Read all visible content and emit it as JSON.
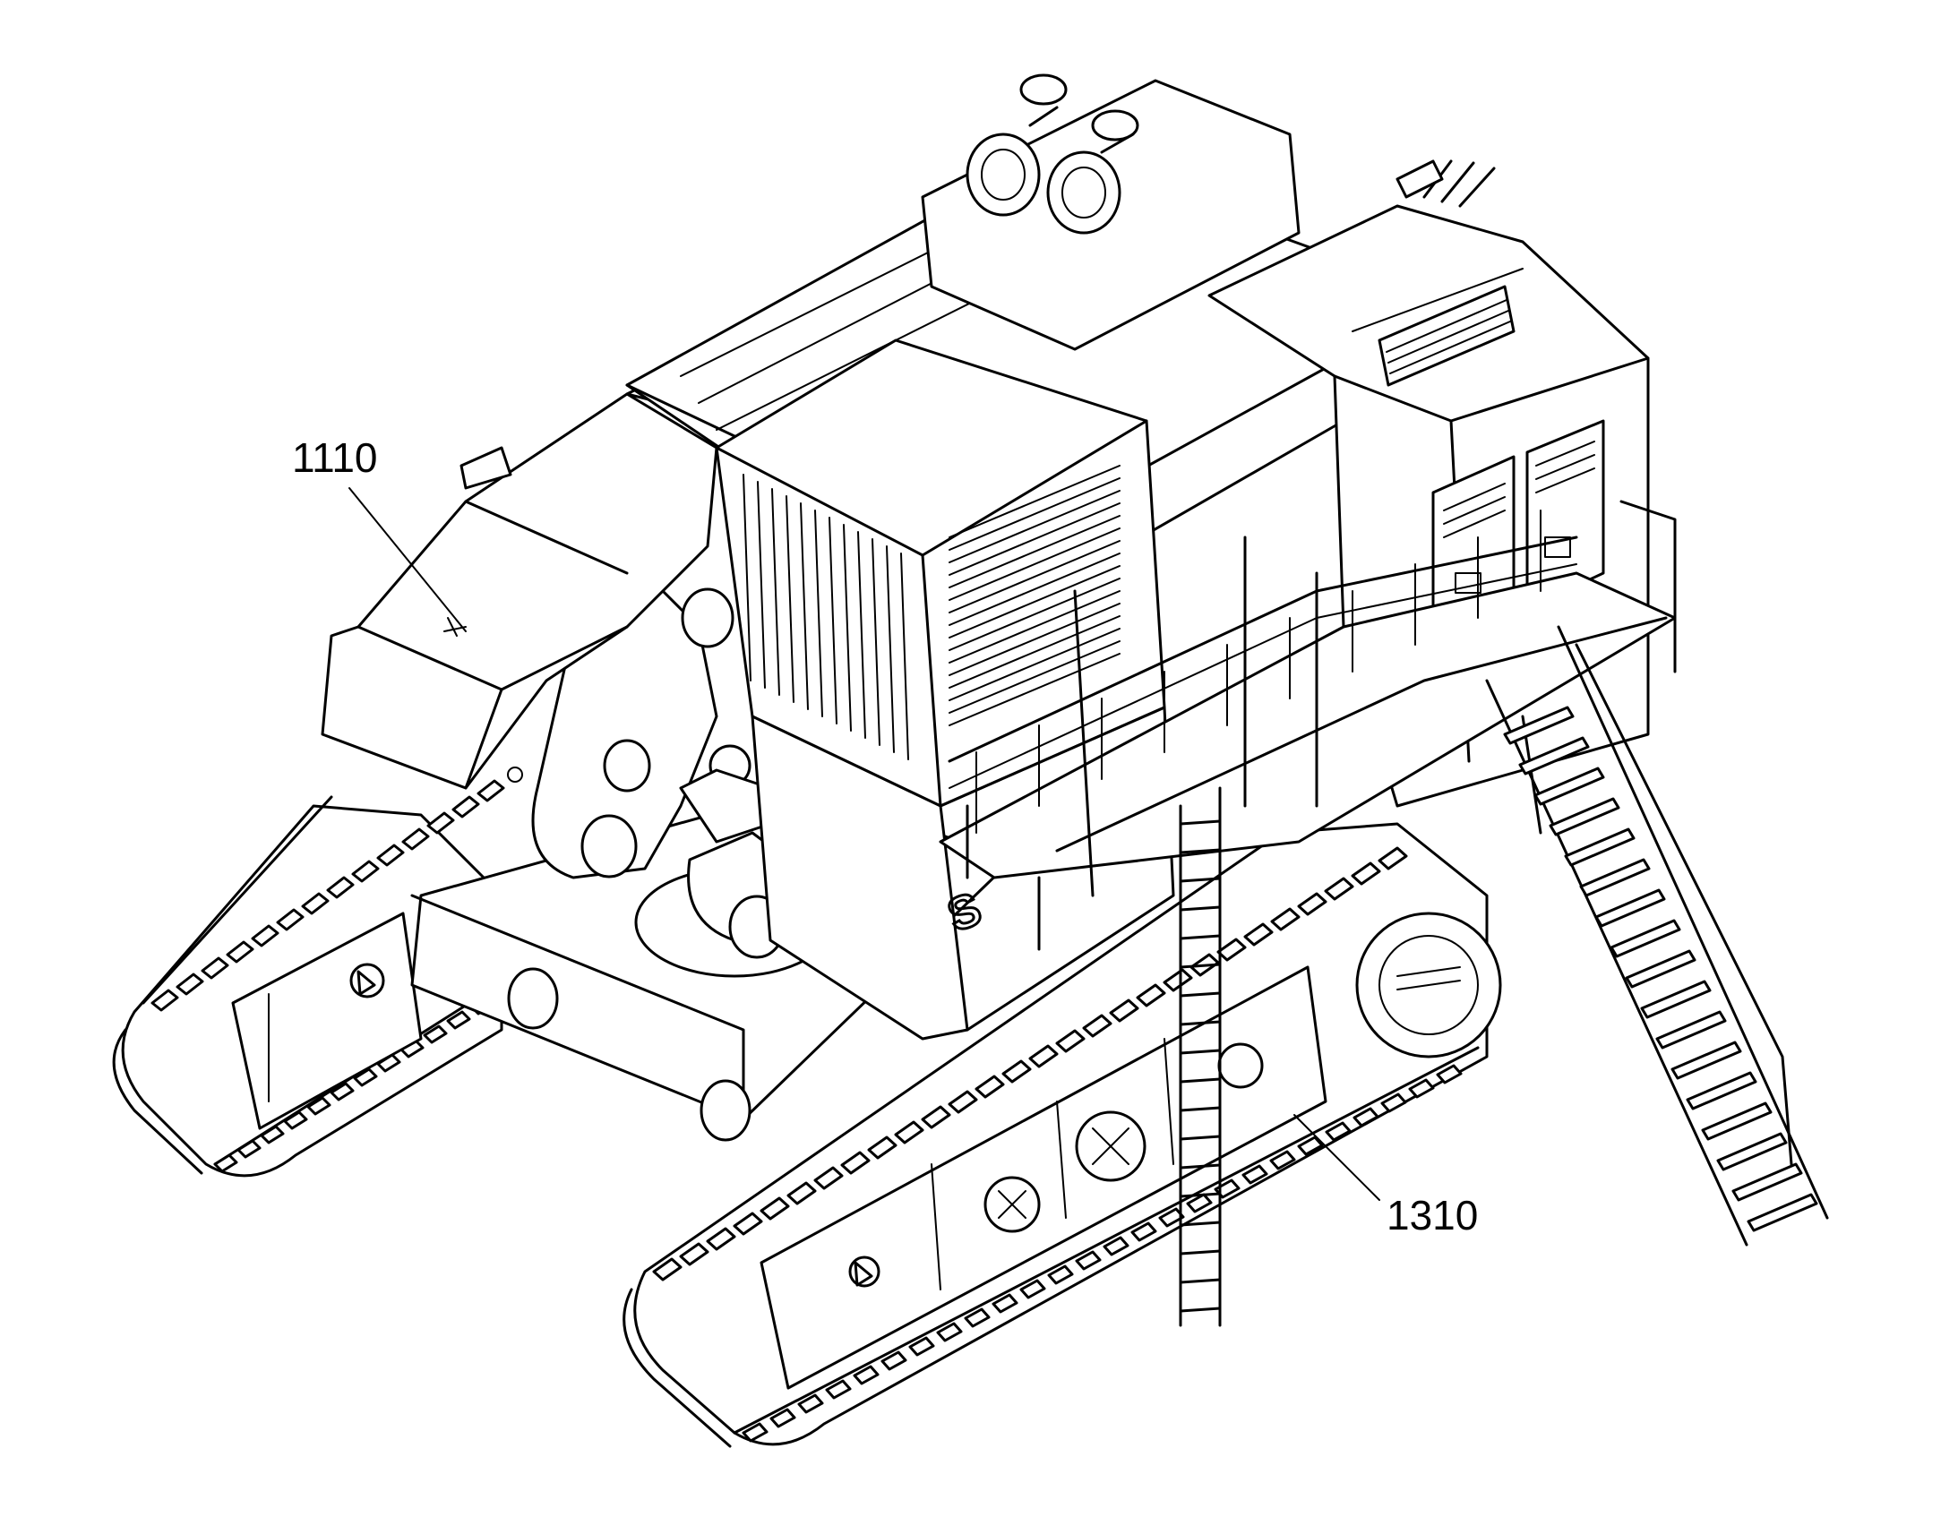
{
  "figure": {
    "reference_labels": [
      {
        "id": "1110",
        "text": "1110"
      },
      {
        "id": "1310",
        "text": "1310"
      }
    ],
    "logo_fragment": "S"
  }
}
